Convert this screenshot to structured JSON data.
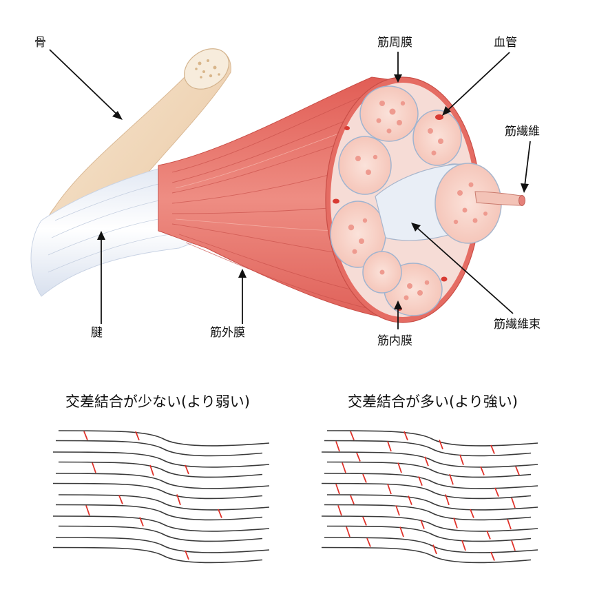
{
  "labels": {
    "bone": "骨",
    "perimysium": "筋周膜",
    "blood_vessel": "血管",
    "muscle_fiber": "筋繊維",
    "tendon": "腱",
    "epimysium": "筋外膜",
    "endomysium": "筋内膜",
    "fascicle": "筋繊維束"
  },
  "captions": {
    "few_crosslinks": "交差結合が少ない(より弱い)",
    "many_crosslinks": "交差結合が多い(より強い)"
  },
  "colors": {
    "muscle": "#e8766a",
    "muscle_light": "#f3b3a8",
    "bone": "#f1dcc1",
    "tendon": "#eef2f8",
    "fiber_line": "#3a3a3a",
    "crosslink": "#e0322a"
  }
}
